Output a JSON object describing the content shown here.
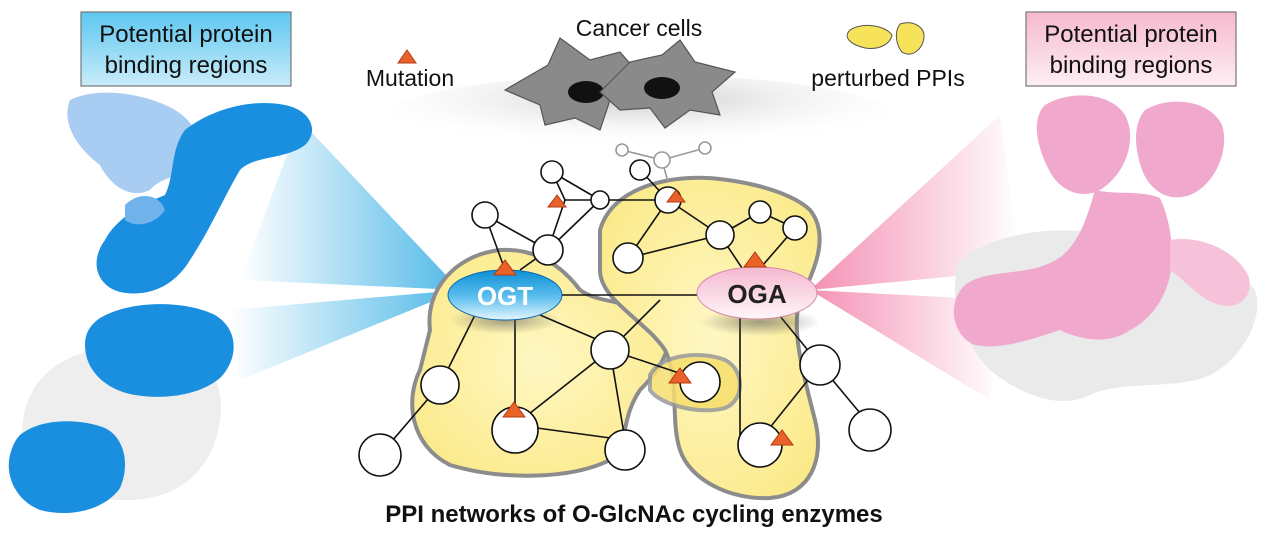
{
  "left_box": {
    "line1": "Potential protein",
    "line2": "binding regions"
  },
  "right_box": {
    "line1": "Potential protein",
    "line2": "binding regions"
  },
  "legend": {
    "mutation_label": "Mutation",
    "cancer_label": "Cancer cells",
    "ppi_label": "perturbed PPIs"
  },
  "hubs": {
    "ogt": "OGT",
    "oga": "OGA"
  },
  "caption": "PPI networks of O-GlcNAc cycling enzymes",
  "colors": {
    "blue": "#1a8fe0",
    "light_blue": "#8ec3ee",
    "pink": "#f0a8cc",
    "yellow": "#fff3a6",
    "mutation": "#e8622a",
    "cell_gray": "#8a8a8a"
  }
}
